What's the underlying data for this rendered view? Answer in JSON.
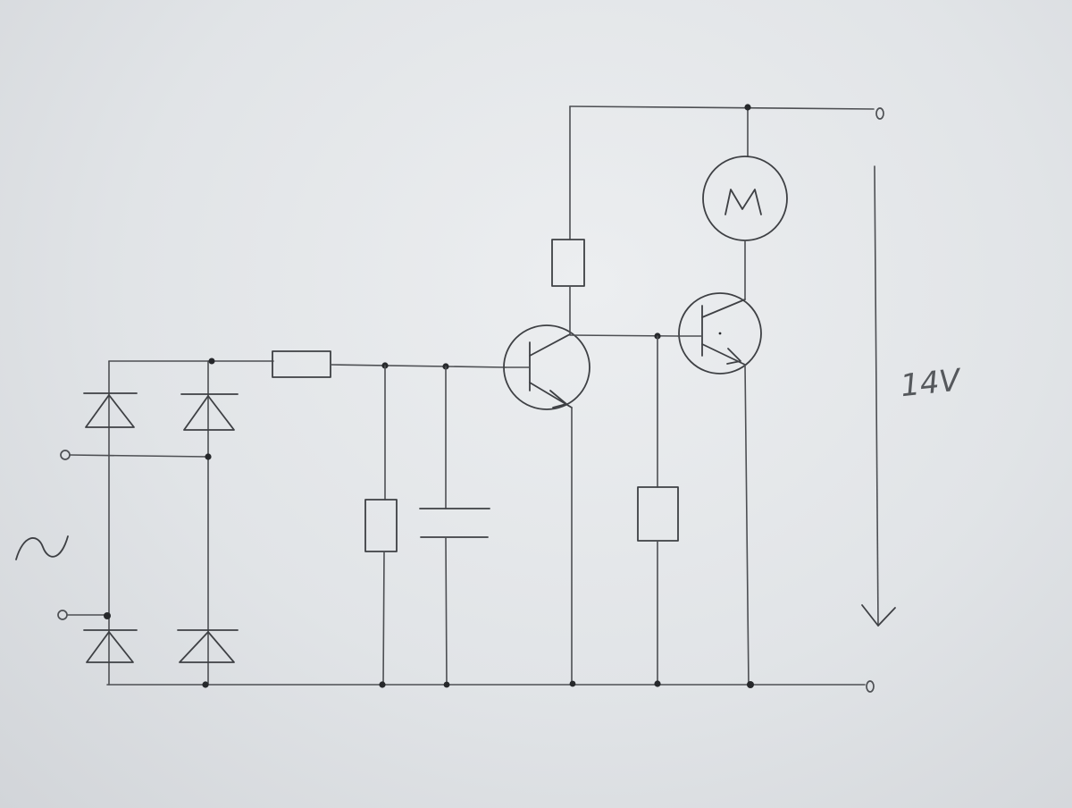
{
  "diagram": {
    "type": "hand-drawn circuit schematic",
    "labels": {
      "motor": "M",
      "output_voltage": "14V",
      "ac_input": "~"
    },
    "components": [
      {
        "id": "D1",
        "kind": "diode",
        "name": "bridge-diode-top-left"
      },
      {
        "id": "D2",
        "kind": "diode",
        "name": "bridge-diode-top-right"
      },
      {
        "id": "D3",
        "kind": "diode",
        "name": "bridge-diode-bottom-left"
      },
      {
        "id": "D4",
        "kind": "diode",
        "name": "bridge-diode-bottom-right"
      },
      {
        "id": "R1",
        "kind": "resistor",
        "name": "series-resistor"
      },
      {
        "id": "R2",
        "kind": "resistor",
        "name": "shunt-resistor"
      },
      {
        "id": "C1",
        "kind": "capacitor",
        "name": "filter-capacitor"
      },
      {
        "id": "Q1",
        "kind": "npn-transistor",
        "name": "driver-transistor"
      },
      {
        "id": "R3",
        "kind": "resistor",
        "name": "collector-resistor"
      },
      {
        "id": "R4",
        "kind": "resistor",
        "name": "base-resistor"
      },
      {
        "id": "Q2",
        "kind": "npn-transistor",
        "name": "power-transistor"
      },
      {
        "id": "M1",
        "kind": "motor",
        "name": "motor"
      }
    ],
    "colors": {
      "paper": "#e6e8eb",
      "pencil": "#4d4f53"
    }
  }
}
